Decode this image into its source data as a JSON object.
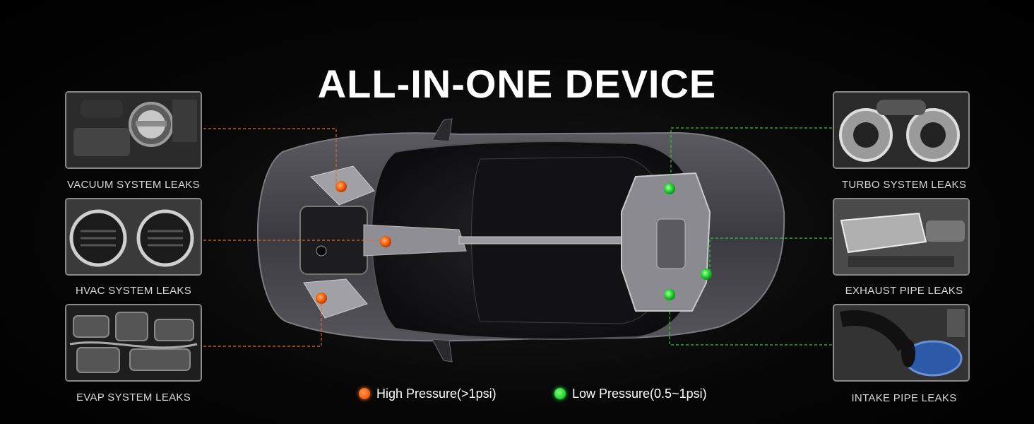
{
  "title": "ALL-IN-ONE DEVICE",
  "left_panels": [
    {
      "label": "VACUUM SYSTEM LEAKS"
    },
    {
      "label": "HVAC SYSTEM LEAKS"
    },
    {
      "label": "EVAP SYSTEM LEAKS"
    }
  ],
  "right_panels": [
    {
      "label": "TURBO SYSTEM LEAKS"
    },
    {
      "label": "EXHAUST PIPE LEAKS"
    },
    {
      "label": "INTAKE PIPE LEAKS"
    }
  ],
  "legend": {
    "high": {
      "label": "High Pressure(>1psi)",
      "color": "#f26a1b"
    },
    "low": {
      "label": "Low Pressure(0.5~1psi)",
      "color": "#22d12f"
    }
  },
  "colors": {
    "background": "#000000",
    "text": "#ffffff",
    "caption": "#d8d8d8",
    "frame": "#8a8a8a"
  }
}
